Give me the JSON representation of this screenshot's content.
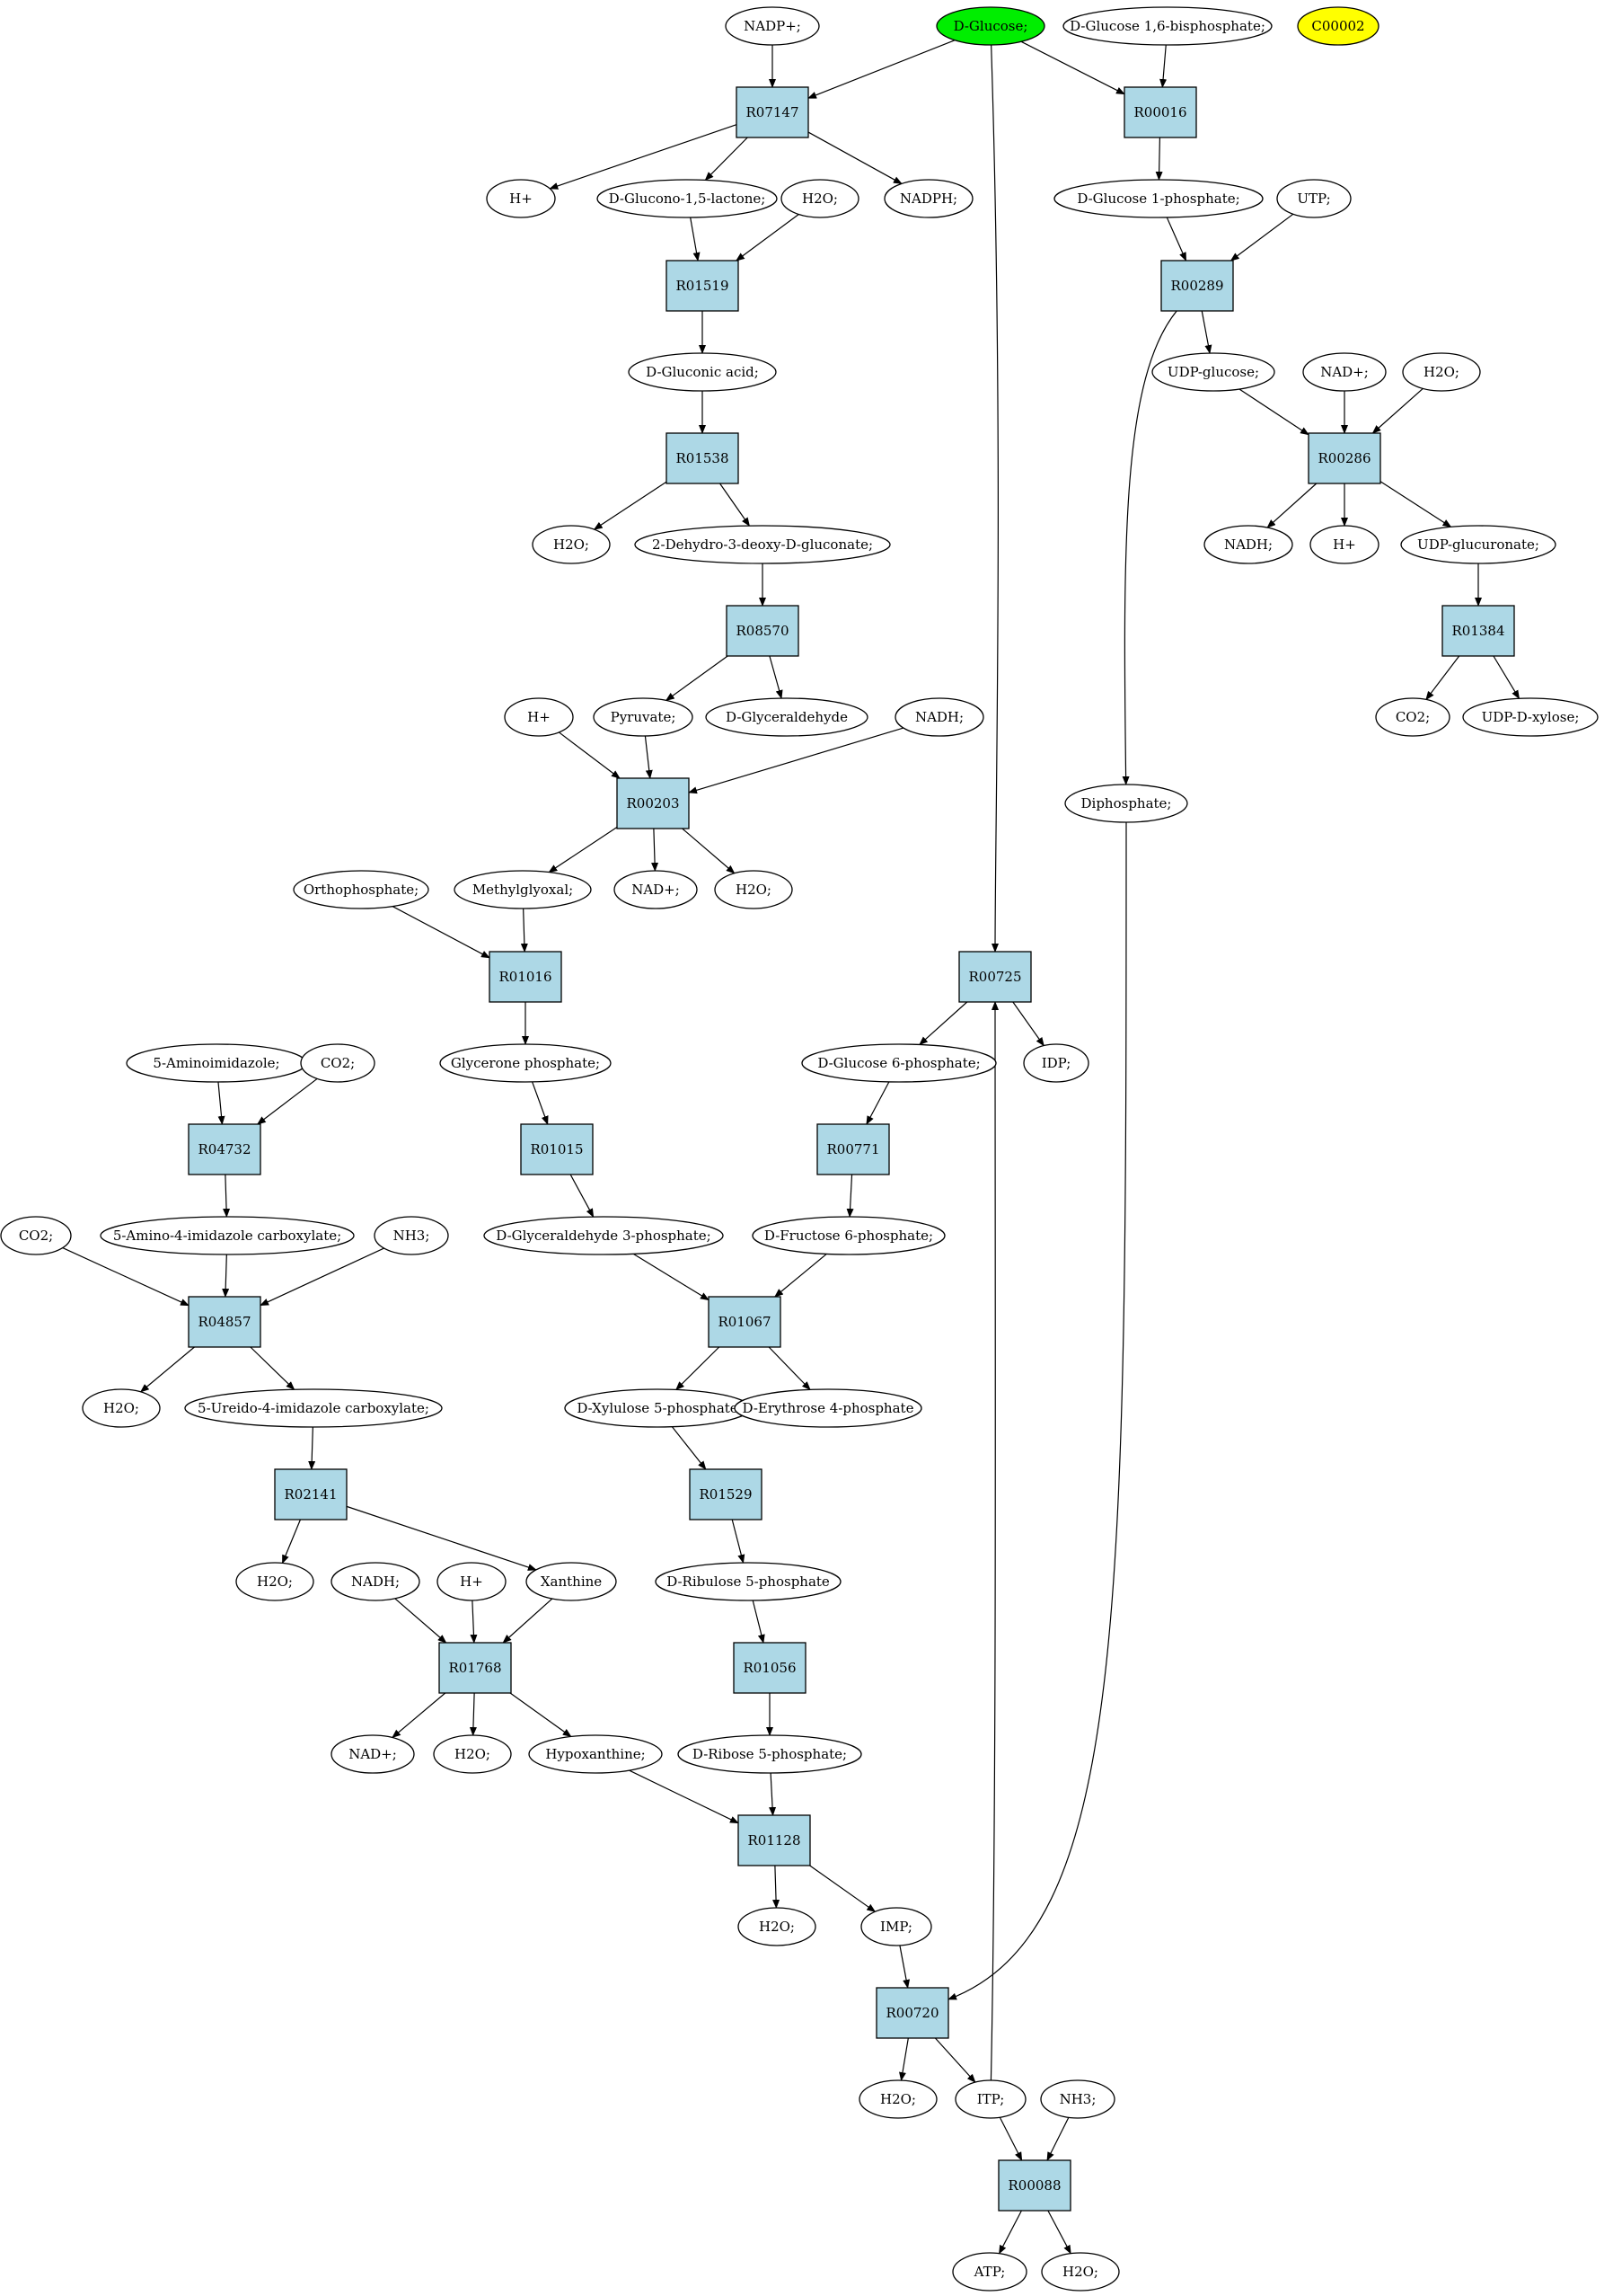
{
  "colors": {
    "start": "#00ee00",
    "target": "#ffff00",
    "reaction": "#add8e6",
    "compound": "#ffffff"
  },
  "nodes": {
    "nadpp": {
      "label": "NADP+;",
      "kind": "compound"
    },
    "glc": {
      "label": "D-Glucose;",
      "kind": "compound",
      "role": "start"
    },
    "g16bp": {
      "label": "D-Glucose 1,6-bisphosphate;",
      "kind": "compound"
    },
    "c00002": {
      "label": "C00002",
      "kind": "compound",
      "role": "target"
    },
    "r07147": {
      "label": "R07147",
      "kind": "reaction"
    },
    "r00016": {
      "label": "R00016",
      "kind": "reaction"
    },
    "hp1": {
      "label": "H+",
      "kind": "compound"
    },
    "glulac": {
      "label": "D-Glucono-1,5-lactone;",
      "kind": "compound"
    },
    "h2o_a": {
      "label": "H2O;",
      "kind": "compound"
    },
    "nadph1": {
      "label": "NADPH;",
      "kind": "compound"
    },
    "g1p": {
      "label": "D-Glucose 1-phosphate;",
      "kind": "compound"
    },
    "utp": {
      "label": "UTP;",
      "kind": "compound"
    },
    "r01519": {
      "label": "R01519",
      "kind": "reaction"
    },
    "r00289": {
      "label": "R00289",
      "kind": "reaction"
    },
    "glcacid": {
      "label": "D-Gluconic acid;",
      "kind": "compound"
    },
    "udpglc": {
      "label": "UDP-glucose;",
      "kind": "compound"
    },
    "nadp_b": {
      "label": "NAD+;",
      "kind": "compound"
    },
    "h2o_b": {
      "label": "H2O;",
      "kind": "compound"
    },
    "r01538": {
      "label": "R01538",
      "kind": "reaction"
    },
    "r00286": {
      "label": "R00286",
      "kind": "reaction"
    },
    "h2o_c": {
      "label": "H2O;",
      "kind": "compound"
    },
    "kdg": {
      "label": "2-Dehydro-3-deoxy-D-gluconate;",
      "kind": "compound"
    },
    "nadh_b": {
      "label": "NADH;",
      "kind": "compound"
    },
    "hp2": {
      "label": "H+",
      "kind": "compound"
    },
    "udpgluc": {
      "label": "UDP-glucuronate;",
      "kind": "compound"
    },
    "r08570": {
      "label": "R08570",
      "kind": "reaction"
    },
    "r01384": {
      "label": "R01384",
      "kind": "reaction"
    },
    "hp3": {
      "label": "H+",
      "kind": "compound"
    },
    "pyr": {
      "label": "Pyruvate;",
      "kind": "compound"
    },
    "glyald": {
      "label": "D-Glyceraldehyde",
      "kind": "compound"
    },
    "nadh_c": {
      "label": "NADH;",
      "kind": "compound"
    },
    "co2_a": {
      "label": "CO2;",
      "kind": "compound"
    },
    "udpxyl": {
      "label": "UDP-D-xylose;",
      "kind": "compound"
    },
    "r00203": {
      "label": "R00203",
      "kind": "reaction"
    },
    "diphos": {
      "label": "Diphosphate;",
      "kind": "compound"
    },
    "ortho": {
      "label": "Orthophosphate;",
      "kind": "compound"
    },
    "mgo": {
      "label": "Methylglyoxal;",
      "kind": "compound"
    },
    "nadp_d": {
      "label": "NAD+;",
      "kind": "compound"
    },
    "h2o_d": {
      "label": "H2O;",
      "kind": "compound"
    },
    "r01016": {
      "label": "R01016",
      "kind": "reaction"
    },
    "r00725": {
      "label": "R00725",
      "kind": "reaction"
    },
    "aminoim": {
      "label": "5-Aminoimidazole;",
      "kind": "compound"
    },
    "co2_b": {
      "label": "CO2;",
      "kind": "compound"
    },
    "glyp": {
      "label": "Glycerone phosphate;",
      "kind": "compound"
    },
    "g6p": {
      "label": "D-Glucose 6-phosphate;",
      "kind": "compound"
    },
    "idp": {
      "label": "IDP;",
      "kind": "compound"
    },
    "r04732": {
      "label": "R04732",
      "kind": "reaction"
    },
    "r01015": {
      "label": "R01015",
      "kind": "reaction"
    },
    "r00771": {
      "label": "R00771",
      "kind": "reaction"
    },
    "co2_c": {
      "label": "CO2;",
      "kind": "compound"
    },
    "aicarb": {
      "label": "5-Amino-4-imidazole carboxylate;",
      "kind": "compound"
    },
    "nh3_a": {
      "label": "NH3;",
      "kind": "compound"
    },
    "ga3p": {
      "label": "D-Glyceraldehyde 3-phosphate;",
      "kind": "compound"
    },
    "f6p": {
      "label": "D-Fructose 6-phosphate;",
      "kind": "compound"
    },
    "r04857": {
      "label": "R04857",
      "kind": "reaction"
    },
    "r01067": {
      "label": "R01067",
      "kind": "reaction"
    },
    "h2o_e": {
      "label": "H2O;",
      "kind": "compound"
    },
    "ureido": {
      "label": "5-Ureido-4-imidazole carboxylate;",
      "kind": "compound"
    },
    "xu5p": {
      "label": "D-Xylulose 5-phosphate",
      "kind": "compound"
    },
    "e4p": {
      "label": "D-Erythrose 4-phosphate",
      "kind": "compound"
    },
    "r02141": {
      "label": "R02141",
      "kind": "reaction"
    },
    "r01529": {
      "label": "R01529",
      "kind": "reaction"
    },
    "h2o_f": {
      "label": "H2O;",
      "kind": "compound"
    },
    "nadh_g": {
      "label": "NADH;",
      "kind": "compound"
    },
    "hp4": {
      "label": "H+",
      "kind": "compound"
    },
    "xanth": {
      "label": "Xanthine",
      "kind": "compound"
    },
    "ru5p": {
      "label": "D-Ribulose 5-phosphate",
      "kind": "compound"
    },
    "r01768": {
      "label": "R01768",
      "kind": "reaction"
    },
    "r01056": {
      "label": "R01056",
      "kind": "reaction"
    },
    "nadp_h": {
      "label": "NAD+;",
      "kind": "compound"
    },
    "h2o_h": {
      "label": "H2O;",
      "kind": "compound"
    },
    "hypox": {
      "label": "Hypoxanthine;",
      "kind": "compound"
    },
    "r5p": {
      "label": "D-Ribose 5-phosphate;",
      "kind": "compound"
    },
    "r01128": {
      "label": "R01128",
      "kind": "reaction"
    },
    "h2o_i": {
      "label": "H2O;",
      "kind": "compound"
    },
    "imp": {
      "label": "IMP;",
      "kind": "compound"
    },
    "r00720": {
      "label": "R00720",
      "kind": "reaction"
    },
    "h2o_j": {
      "label": "H2O;",
      "kind": "compound"
    },
    "itp": {
      "label": "ITP;",
      "kind": "compound"
    },
    "nh3_b": {
      "label": "NH3;",
      "kind": "compound"
    },
    "r00088": {
      "label": "R00088",
      "kind": "reaction"
    },
    "atp": {
      "label": "ATP;",
      "kind": "compound"
    },
    "h2o_k": {
      "label": "H2O;",
      "kind": "compound"
    }
  },
  "edges": [
    [
      "nadpp",
      "r07147"
    ],
    [
      "glc",
      "r07147"
    ],
    [
      "r07147",
      "hp1"
    ],
    [
      "r07147",
      "glulac"
    ],
    [
      "r07147",
      "nadph1"
    ],
    [
      "glc",
      "r00016"
    ],
    [
      "g16bp",
      "r00016"
    ],
    [
      "r00016",
      "g1p"
    ],
    [
      "glulac",
      "r01519"
    ],
    [
      "h2o_a",
      "r01519"
    ],
    [
      "r01519",
      "glcacid"
    ],
    [
      "glcacid",
      "r01538"
    ],
    [
      "r01538",
      "h2o_c"
    ],
    [
      "r01538",
      "kdg"
    ],
    [
      "kdg",
      "r08570"
    ],
    [
      "r08570",
      "pyr"
    ],
    [
      "r08570",
      "glyald"
    ],
    [
      "hp3",
      "r00203"
    ],
    [
      "pyr",
      "r00203"
    ],
    [
      "nadh_c",
      "r00203"
    ],
    [
      "r00203",
      "mgo"
    ],
    [
      "r00203",
      "nadp_d"
    ],
    [
      "r00203",
      "h2o_d"
    ],
    [
      "ortho",
      "r01016"
    ],
    [
      "mgo",
      "r01016"
    ],
    [
      "r01016",
      "glyp"
    ],
    [
      "glyp",
      "r01015"
    ],
    [
      "r01015",
      "ga3p"
    ],
    [
      "g1p",
      "r00289"
    ],
    [
      "utp",
      "r00289"
    ],
    [
      "r00289",
      "udpglc"
    ],
    [
      "r00289",
      "diphos"
    ],
    [
      "udpglc",
      "r00286"
    ],
    [
      "nadp_b",
      "r00286"
    ],
    [
      "h2o_b",
      "r00286"
    ],
    [
      "r00286",
      "nadh_b"
    ],
    [
      "r00286",
      "hp2"
    ],
    [
      "r00286",
      "udpgluc"
    ],
    [
      "udpgluc",
      "r01384"
    ],
    [
      "r01384",
      "co2_a"
    ],
    [
      "r01384",
      "udpxyl"
    ],
    [
      "glc",
      "r00725"
    ],
    [
      "itp",
      "r00725"
    ],
    [
      "r00725",
      "g6p"
    ],
    [
      "r00725",
      "idp"
    ],
    [
      "g6p",
      "r00771"
    ],
    [
      "r00771",
      "f6p"
    ],
    [
      "ga3p",
      "r01067"
    ],
    [
      "f6p",
      "r01067"
    ],
    [
      "r01067",
      "xu5p"
    ],
    [
      "r01067",
      "e4p"
    ],
    [
      "xu5p",
      "r01529"
    ],
    [
      "r01529",
      "ru5p"
    ],
    [
      "ru5p",
      "r01056"
    ],
    [
      "r01056",
      "r5p"
    ],
    [
      "aminoim",
      "r04732"
    ],
    [
      "co2_b",
      "r04732"
    ],
    [
      "r04732",
      "aicarb"
    ],
    [
      "co2_c",
      "r04857"
    ],
    [
      "aicarb",
      "r04857"
    ],
    [
      "nh3_a",
      "r04857"
    ],
    [
      "r04857",
      "h2o_e"
    ],
    [
      "r04857",
      "ureido"
    ],
    [
      "ureido",
      "r02141"
    ],
    [
      "r02141",
      "h2o_f"
    ],
    [
      "r02141",
      "xanth"
    ],
    [
      "nadh_g",
      "r01768"
    ],
    [
      "hp4",
      "r01768"
    ],
    [
      "xanth",
      "r01768"
    ],
    [
      "r01768",
      "nadp_h"
    ],
    [
      "r01768",
      "h2o_h"
    ],
    [
      "r01768",
      "hypox"
    ],
    [
      "hypox",
      "r01128"
    ],
    [
      "r5p",
      "r01128"
    ],
    [
      "r01128",
      "h2o_i"
    ],
    [
      "r01128",
      "imp"
    ],
    [
      "imp",
      "r00720"
    ],
    [
      "diphos",
      "r00720"
    ],
    [
      "r00720",
      "h2o_j"
    ],
    [
      "r00720",
      "itp"
    ],
    [
      "itp",
      "r00088"
    ],
    [
      "nh3_b",
      "r00088"
    ],
    [
      "r00088",
      "atp"
    ],
    [
      "r00088",
      "h2o_k"
    ]
  ]
}
